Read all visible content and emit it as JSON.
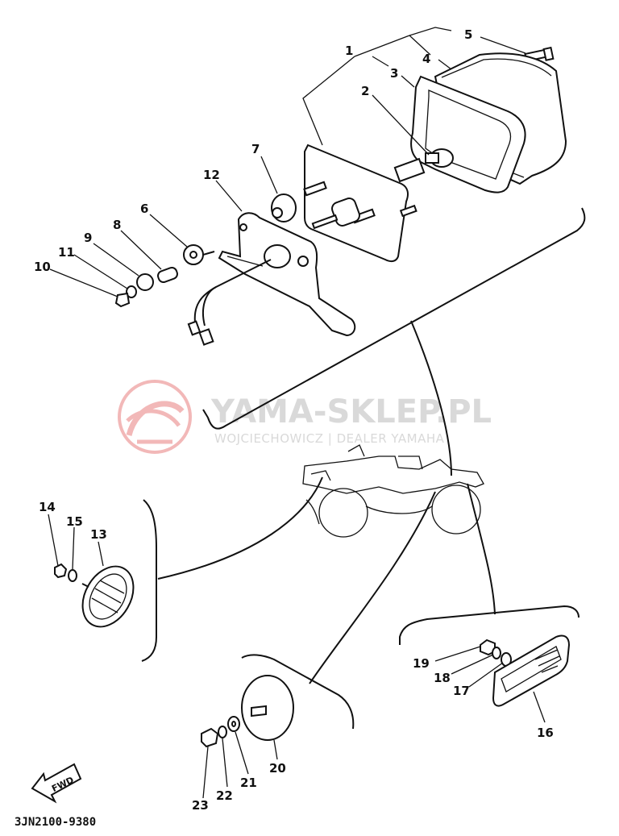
{
  "watermark": {
    "title": "YAMA-SKLEP.PL",
    "subtitle": "WOJCIECHOWICZ | DEALER YAMAHA",
    "logo_color": "#f2b8b8",
    "text_color": "#d9d9d9"
  },
  "diagram_code": "3JN2100-9380",
  "fwd_label": "FWD",
  "callouts": [
    "1",
    "2",
    "3",
    "4",
    "5",
    "6",
    "7",
    "8",
    "9",
    "10",
    "11",
    "12",
    "13",
    "14",
    "15",
    "16",
    "17",
    "18",
    "19",
    "20",
    "21",
    "22",
    "23"
  ]
}
